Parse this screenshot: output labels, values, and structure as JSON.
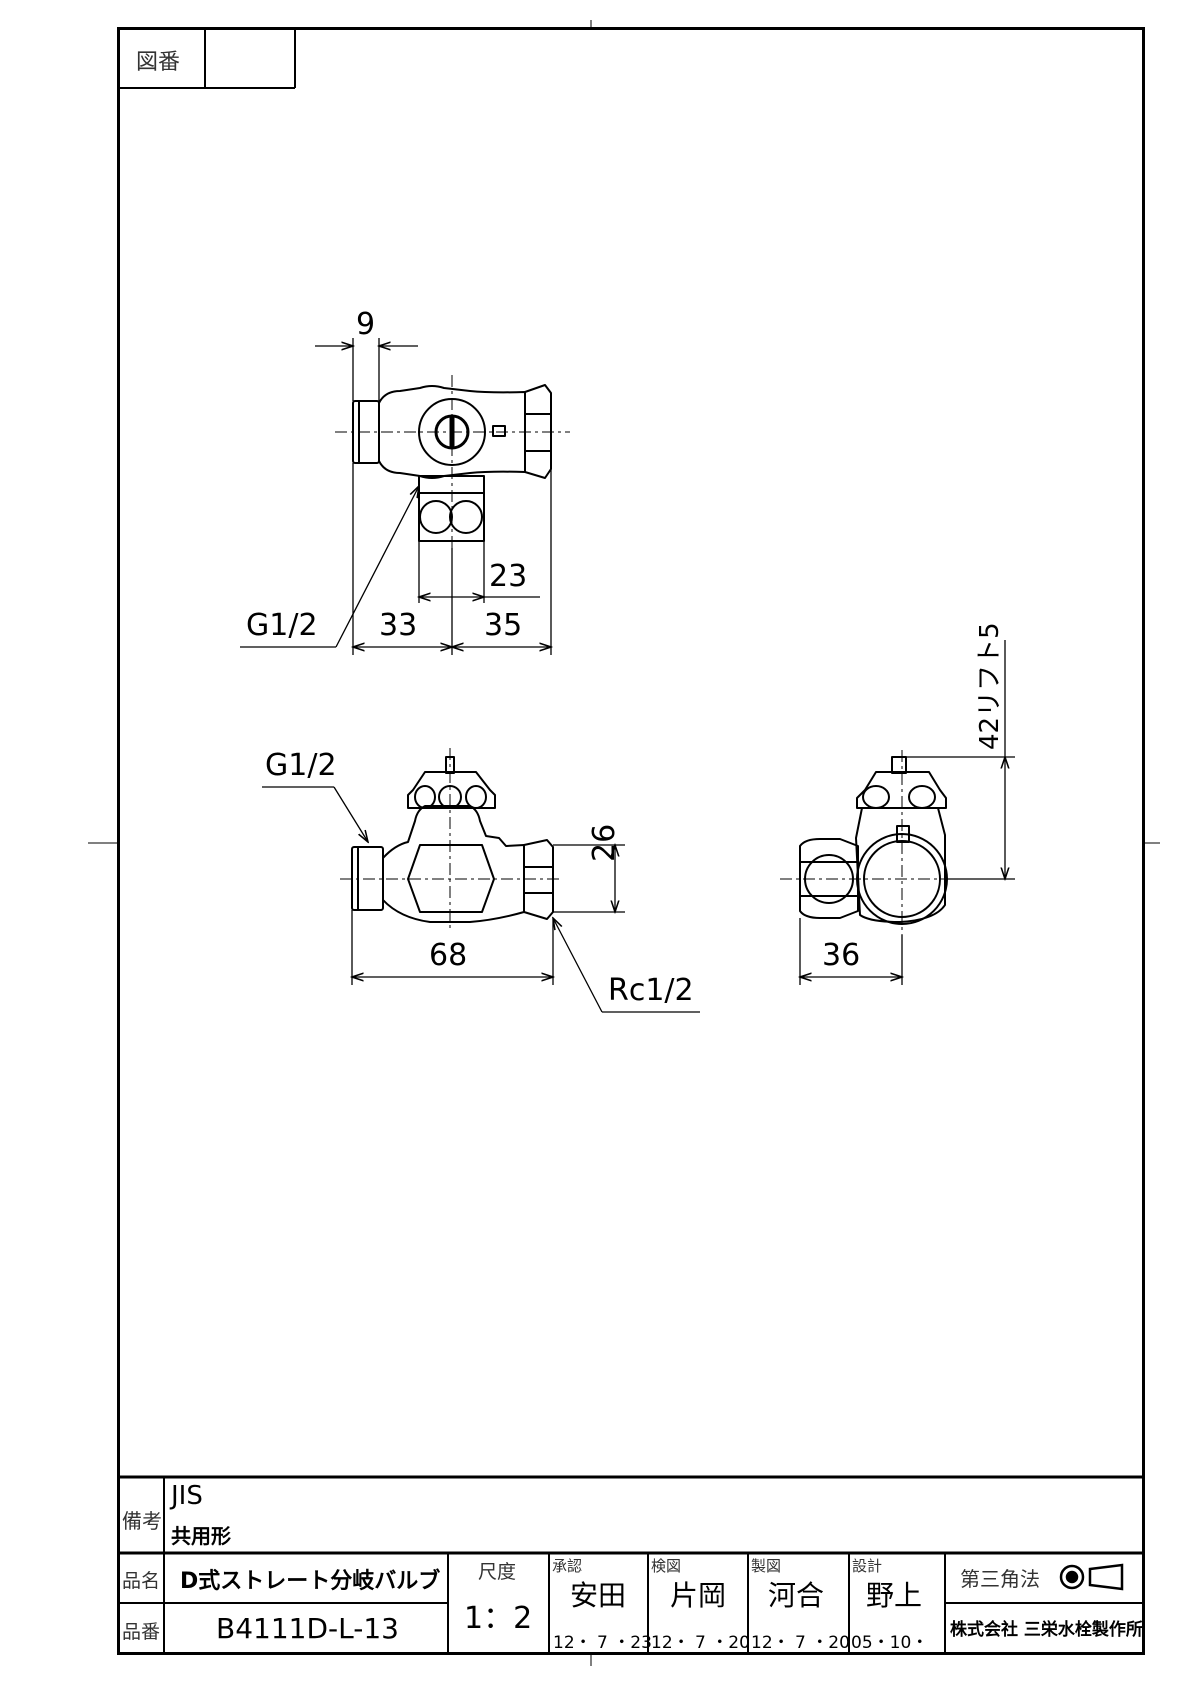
{
  "drawing_number": {
    "label": "図番",
    "value": ""
  },
  "dimensions": {
    "top_width": "9",
    "thread_top": "G1/2",
    "left_len": "33",
    "right_len": "35",
    "outlet_width": "23",
    "thread_front": "G1/2",
    "overall_len": "68",
    "height": "26",
    "thread_outlet": "Rc1/2",
    "side_width": "36",
    "lift": "42リフト5"
  },
  "remarks": {
    "label": "備考",
    "line1": "JIS",
    "line2": "共用形"
  },
  "title_block": {
    "product_name_label": "品名",
    "product_name": "D式ストレート分岐バルブ",
    "product_number_label": "品番",
    "product_number": "B4111D-L-13",
    "scale_label": "尺度",
    "scale": "1：2",
    "approval_label": "承認",
    "approval_name": "安田",
    "approval_date": "12・ 7 ・23",
    "check_label": "検図",
    "check_name": "片岡",
    "check_date": "12・ 7 ・20",
    "drawn_label": "製図",
    "drawn_name": "河合",
    "drawn_date": "12・ 7 ・20",
    "design_label": "設計",
    "design_name": "野上",
    "design_date": "05・10・",
    "projection_label": "第三角法",
    "company": "株式会社 三栄水栓製作所"
  }
}
